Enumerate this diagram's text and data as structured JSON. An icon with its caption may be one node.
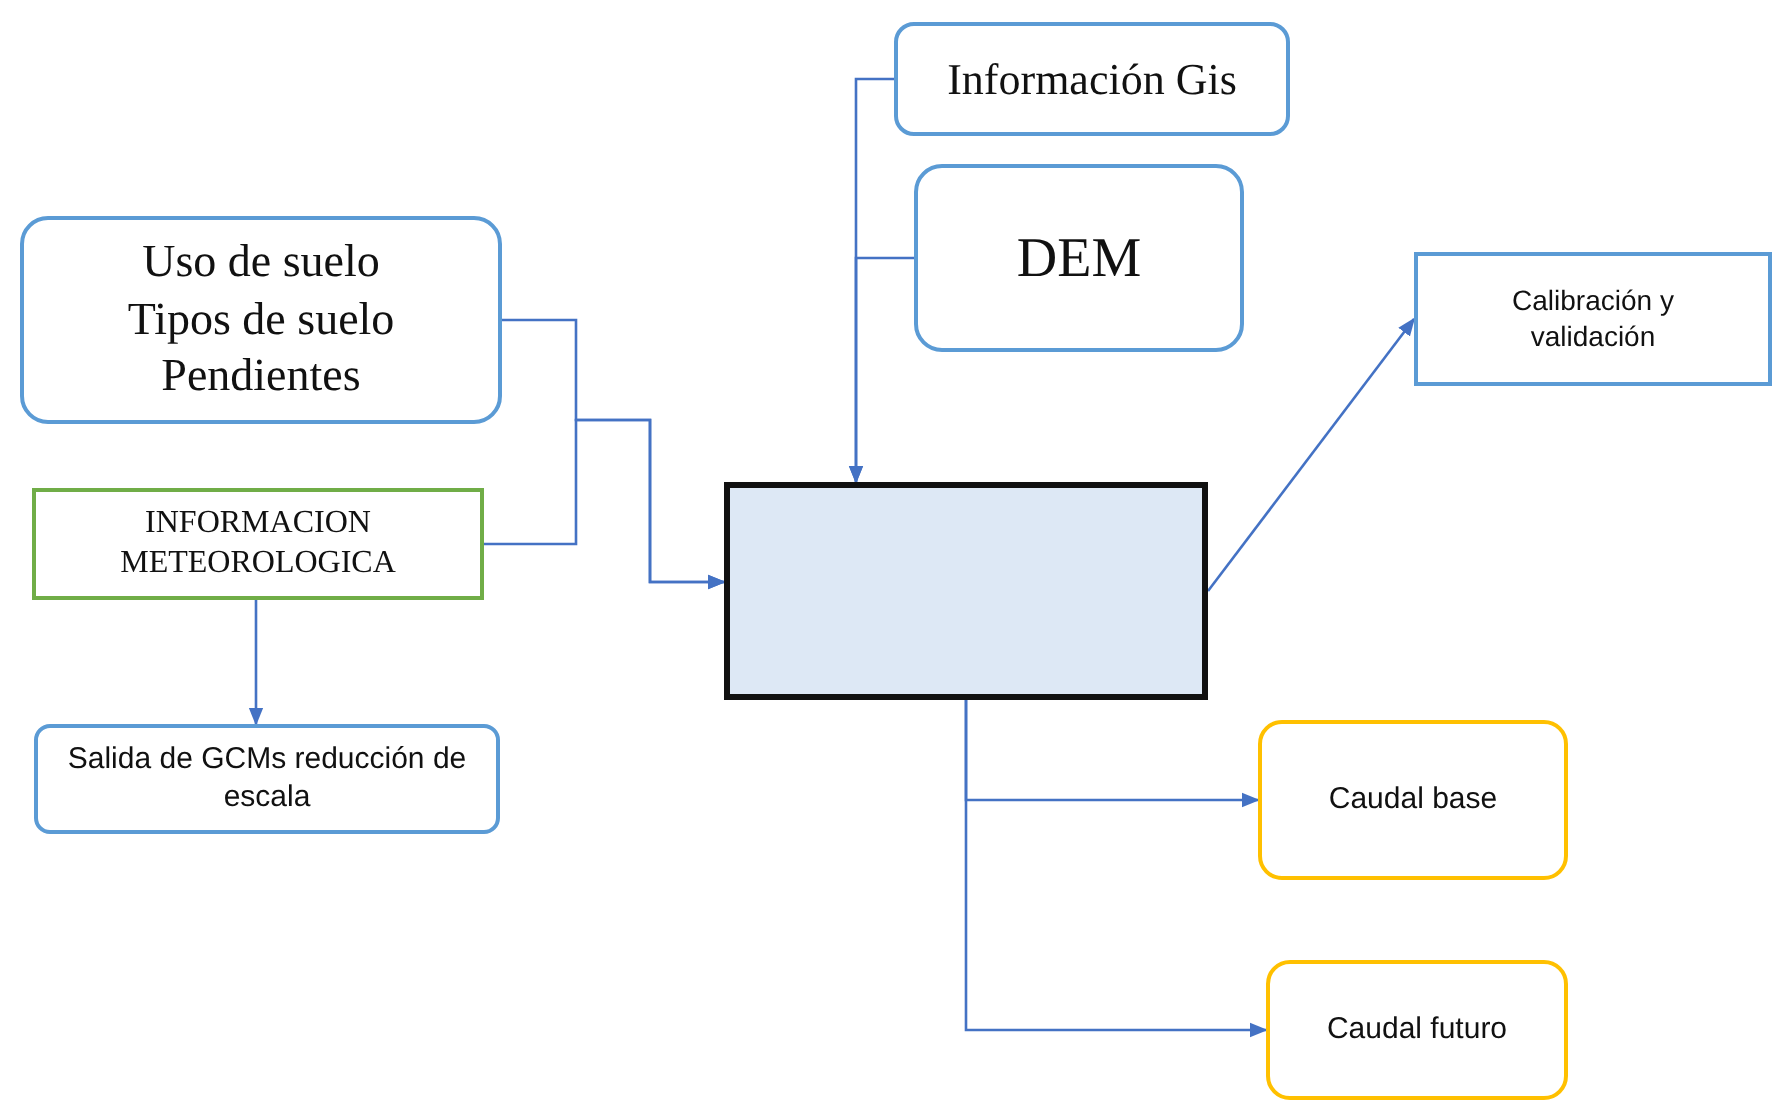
{
  "diagram": {
    "nodes": [
      {
        "text": [
          "Información Gis"
        ]
      },
      {
        "text": [
          "DEM"
        ]
      },
      {
        "text": [
          "Uso de suelo",
          "Tipos de suelo",
          "Pendientes"
        ]
      },
      {
        "text": [
          "INFORMACION METEOROLOGICA"
        ]
      },
      {
        "text": [
          "Salida de GCMs reducción de escala"
        ]
      },
      {
        "text": [],
        "shape": "box"
      },
      {
        "text": [
          "Calibración y validación"
        ]
      },
      {
        "text": [
          "Caudal base"
        ]
      },
      {
        "text": [
          "Caudal futuro"
        ]
      }
    ],
    "edges": [
      {
        "from": 0,
        "to": 5,
        "arrow": "to"
      },
      {
        "from": 1,
        "to": 5,
        "arrow": "to"
      },
      {
        "from": 2,
        "to": 5,
        "arrow": "to"
      },
      {
        "from": 3,
        "to": 5,
        "arrow": "to"
      },
      {
        "from": 3,
        "to": 4,
        "arrow": "to"
      },
      {
        "from": 5,
        "to": 6,
        "arrow": "to"
      },
      {
        "from": 5,
        "to": 7,
        "arrow": "to"
      },
      {
        "from": 5,
        "to": 8,
        "arrow": "to"
      }
    ]
  }
}
